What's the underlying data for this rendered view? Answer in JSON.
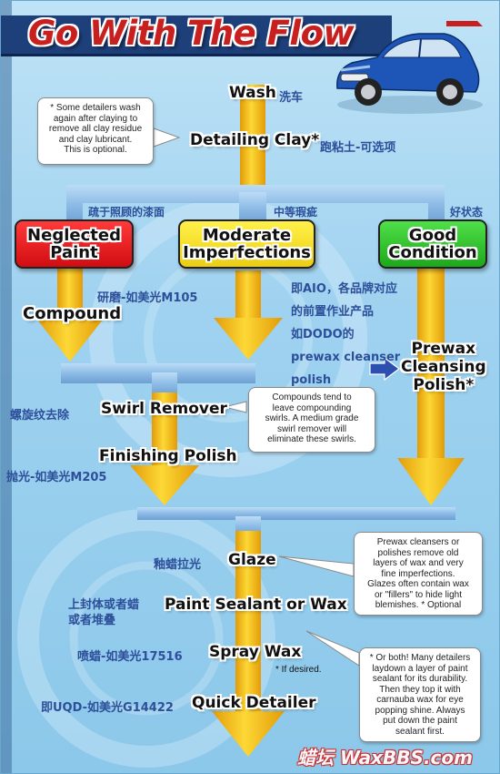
{
  "title": "Go With The Flow",
  "colors": {
    "arrow_yellow": "#f7c51b",
    "arrow_dark": "#e8a10a",
    "connector_blue": "#8dbbe6",
    "neglected_red": "#e8161b",
    "moderate_yellow": "#f6e221",
    "good_green": "#2fc125",
    "cn_text": "#2d4f9a"
  },
  "steps": {
    "wash": "Wash",
    "clay": "Detailing Clay*",
    "compound": "Compound",
    "prewax_1": "Prewax",
    "prewax_2": "Cleansing",
    "prewax_3": "Polish*",
    "swirl": "Swirl Remover",
    "finishing": "Finishing Polish",
    "glaze": "Glaze",
    "sealant": "Paint Sealant or Wax",
    "spray": "Spray Wax",
    "quick": "Quick Detailer"
  },
  "categories": {
    "neglected_1": "Neglected",
    "neglected_2": "Paint",
    "moderate_1": "Moderate",
    "moderate_2": "Imperfections",
    "good_1": "Good",
    "good_2": "Condition"
  },
  "chinese": {
    "wash": "洗车",
    "clay": "跑粘土-可选项",
    "neglected": "疏于照顾的漆面",
    "moderate": "中等瑕疵",
    "good": "好状态",
    "compound": "研磨-如美光M105",
    "aio_1": "即AIO，各品牌对应",
    "aio_2": "的前置作业产品",
    "aio_3": "如DODO的",
    "aio_4": "prewax cleanser",
    "aio_5": "polish",
    "swirl": "螺旋纹去除",
    "finishing": "抛光-如美光M205",
    "glaze": "釉蜡拉光",
    "sealant_1": "上封体或者蜡",
    "sealant_2": "或者堆叠",
    "spray": "喷蜡-如美光17516",
    "quick": "即UQD-如美光G14422"
  },
  "notes": {
    "clay": [
      "* Some detailers wash",
      "again after claying to",
      "remove all clay  residue",
      "and clay lubricant.",
      "This is optional."
    ],
    "compound": [
      "Compounds tend to",
      "leave compounding",
      "swirls. A medium grade",
      "swirl remover will",
      "eliminate these swirls."
    ],
    "prewax": [
      "Prewax cleansers or",
      "polishes remove old",
      "layers of wax and very",
      "fine imperfections.",
      "Glazes often  contain wax",
      "or \"fillers\" to hide light",
      "blemishes. * Optional"
    ],
    "sealant": [
      "* Or both! Many detailers",
      "laydown a layer of paint",
      "sealant for its durability.",
      "Then they top it with",
      "carnauba wax for eye",
      "popping shine. Always",
      "put down the paint",
      "sealant first."
    ],
    "if_desired": "* If desired."
  },
  "watermark": "蜡坛 WaxBBS.com"
}
